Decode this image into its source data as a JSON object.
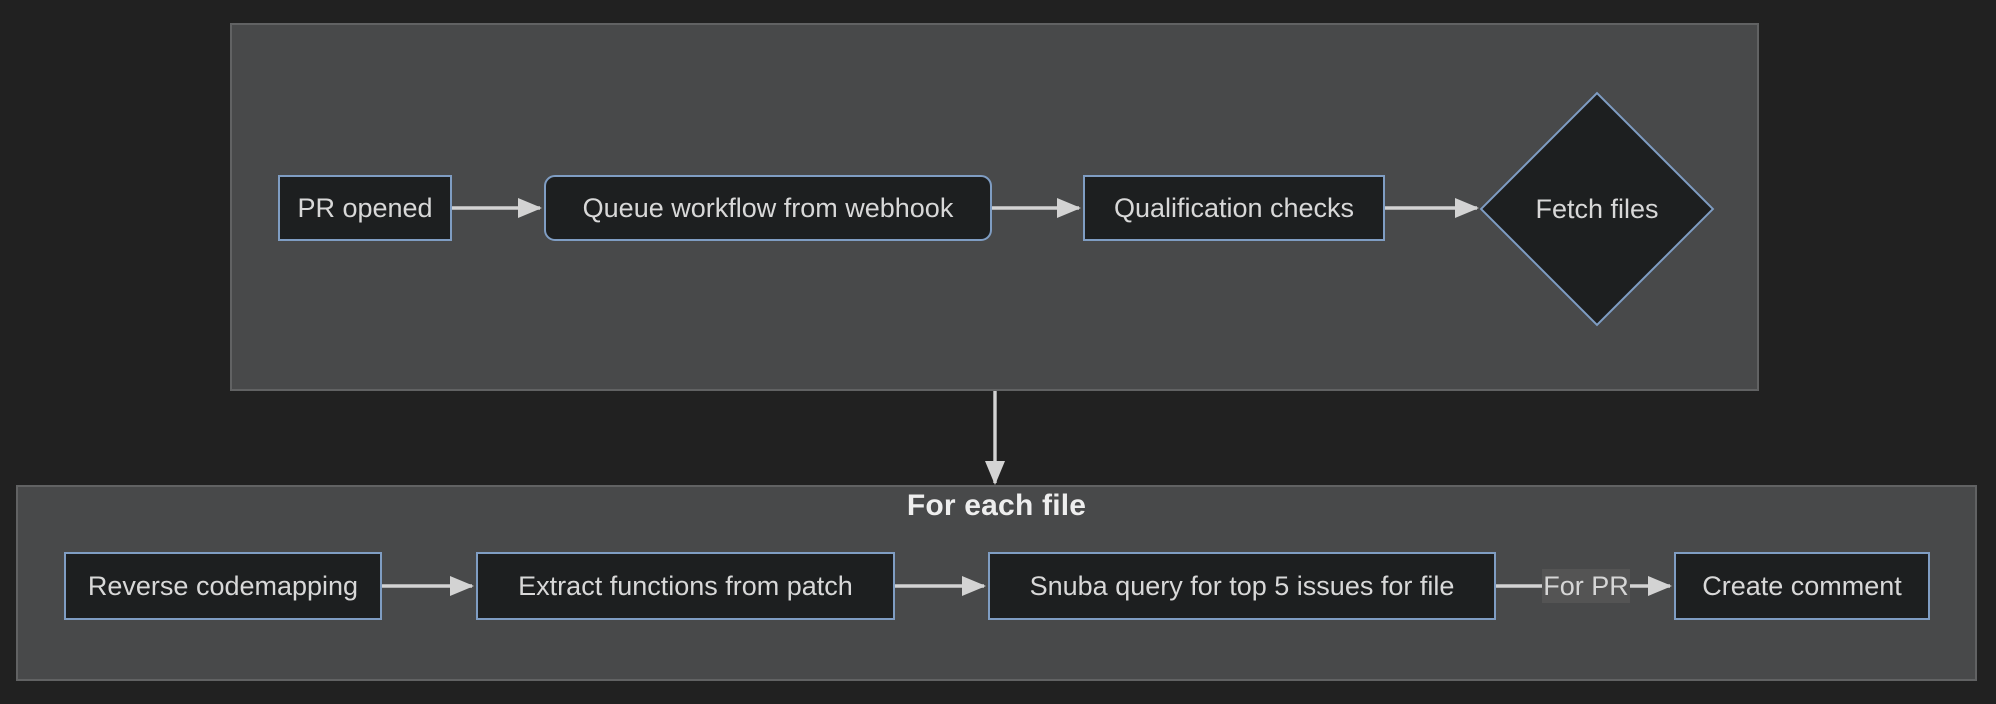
{
  "diagram": {
    "type": "flowchart",
    "clusters": {
      "main": {
        "title": ""
      },
      "for_each_file": {
        "title": "For each file"
      }
    },
    "nodes": {
      "pr_opened": {
        "label": "PR opened",
        "shape": "rect"
      },
      "queue_workflow": {
        "label": "Queue workflow from webhook",
        "shape": "rounded-rect"
      },
      "qualification_checks": {
        "label": "Qualification checks",
        "shape": "rect"
      },
      "fetch_files": {
        "label": "Fetch files",
        "shape": "diamond"
      },
      "reverse_codemapping": {
        "label": "Reverse codemapping",
        "shape": "rect"
      },
      "extract_functions": {
        "label": "Extract functions from patch",
        "shape": "rect"
      },
      "snuba_query": {
        "label": "Snuba query for top 5 issues for file",
        "shape": "rect"
      },
      "create_comment": {
        "label": "Create comment",
        "shape": "rect"
      }
    },
    "edges": [
      {
        "from": "pr_opened",
        "to": "queue_workflow"
      },
      {
        "from": "queue_workflow",
        "to": "qualification_checks"
      },
      {
        "from": "qualification_checks",
        "to": "fetch_files"
      },
      {
        "from": "main_cluster",
        "to": "for_each_file_cluster"
      },
      {
        "from": "reverse_codemapping",
        "to": "extract_functions"
      },
      {
        "from": "extract_functions",
        "to": "snuba_query"
      },
      {
        "from": "snuba_query",
        "to": "create_comment",
        "label": "For PR"
      }
    ],
    "edge_label": "For PR",
    "colors": {
      "canvas_bg": "#212121",
      "cluster_bg": "#48494a",
      "cluster_border": "#616263",
      "node_bg": "#1d1f20",
      "node_border": "#7f9dc3",
      "node_text": "#d8d8d8",
      "arrow": "#d3d3d3",
      "edge_label_bg": "#545454",
      "title_text": "#eeeeee"
    }
  }
}
